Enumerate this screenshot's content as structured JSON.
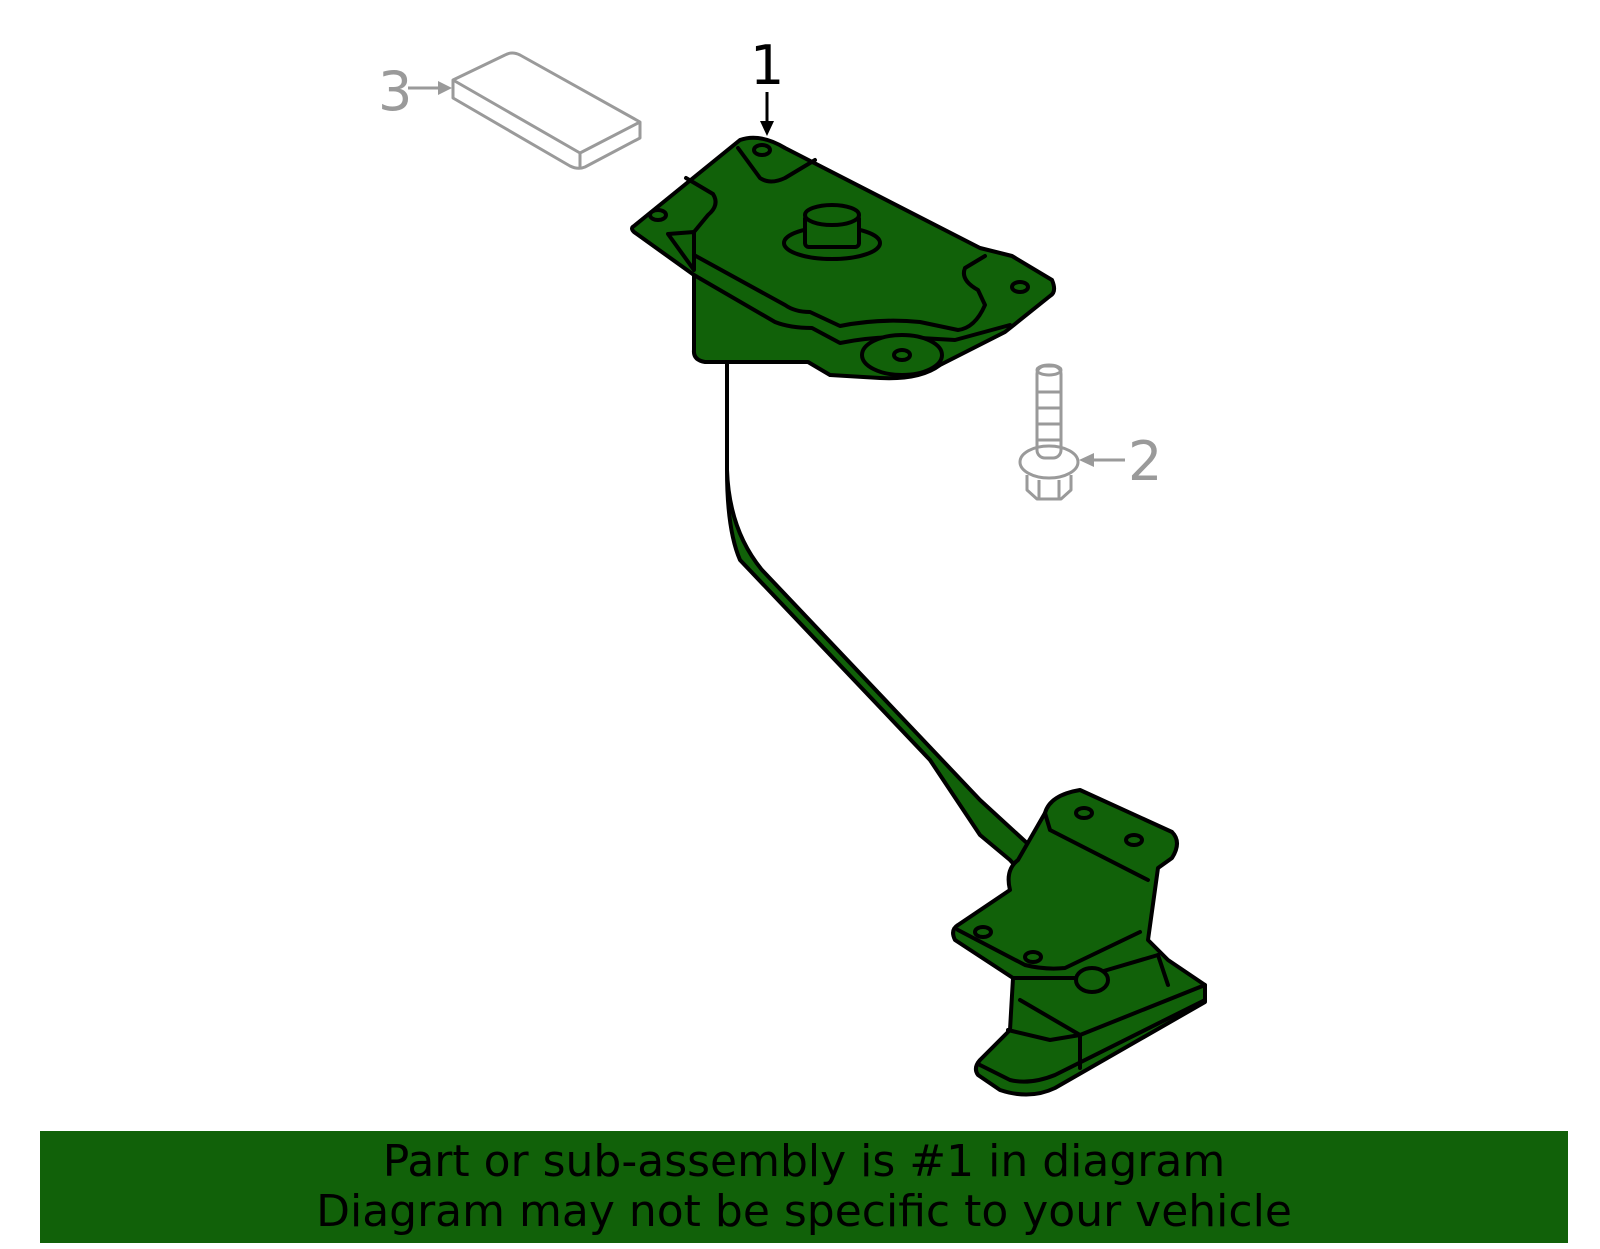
{
  "callouts": {
    "part1": "1",
    "part2": "2",
    "part3": "3"
  },
  "banner": {
    "line1": "Part or sub-assembly is #1 in diagram",
    "line2": "Diagram may not be specific to your vehicle"
  },
  "colors": {
    "part_fill": "#116109",
    "banner_bg": "#116109",
    "ghost_stroke": "#9a9a9a",
    "outline": "#000000"
  }
}
